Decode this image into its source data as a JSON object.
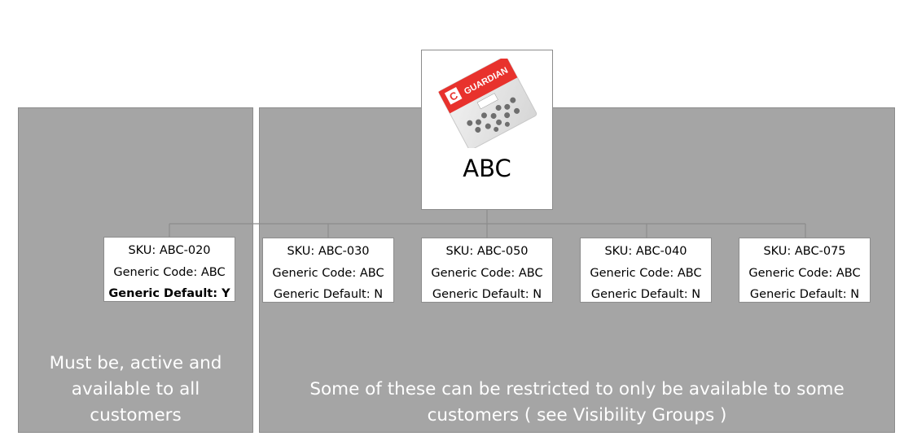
{
  "parent": {
    "title": "ABC",
    "image_brand": "GUARDIAN"
  },
  "skus": [
    {
      "sku": "SKU: ABC-020",
      "generic_code": "Generic Code: ABC",
      "generic_default": "Generic Default: Y",
      "is_default": true
    },
    {
      "sku": "SKU: ABC-030",
      "generic_code": "Generic Code: ABC",
      "generic_default": "Generic Default: N",
      "is_default": false
    },
    {
      "sku": "SKU: ABC-050",
      "generic_code": "Generic Code: ABC",
      "generic_default": "Generic Default: N",
      "is_default": false
    },
    {
      "sku": "SKU: ABC-040",
      "generic_code": "Generic Code: ABC",
      "generic_default": "Generic Default: N",
      "is_default": false
    },
    {
      "sku": "SKU: ABC-075",
      "generic_code": "Generic Code: ABC",
      "generic_default": "Generic Default: N",
      "is_default": false
    }
  ],
  "panels": {
    "left_caption": [
      "Must be, active and",
      "available to all",
      "customers"
    ],
    "right_caption": [
      "Some of these can be restricted to only be available to some",
      "customers ( see Visibility Groups )"
    ]
  },
  "colors": {
    "panel_fill": "#a5a5a5",
    "panel_border": "#8c8c8c",
    "connector": "#8c8c8c",
    "caption_text": "#ffffff"
  }
}
